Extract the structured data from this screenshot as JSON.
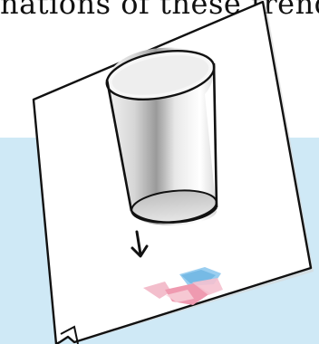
{
  "header": {
    "text": "nations of these trends"
  },
  "colors": {
    "band": "#cfe9f6",
    "card": "#ffffff",
    "outline": "#111111",
    "shard_pink": "#ef9ab0",
    "shard_blue": "#7cc0e8"
  },
  "illustration": {
    "subject": "empty drinking glass dropping toward broken pink and blue shards",
    "icons": [
      "drinking-glass",
      "down-arrow",
      "broken-shards"
    ]
  }
}
